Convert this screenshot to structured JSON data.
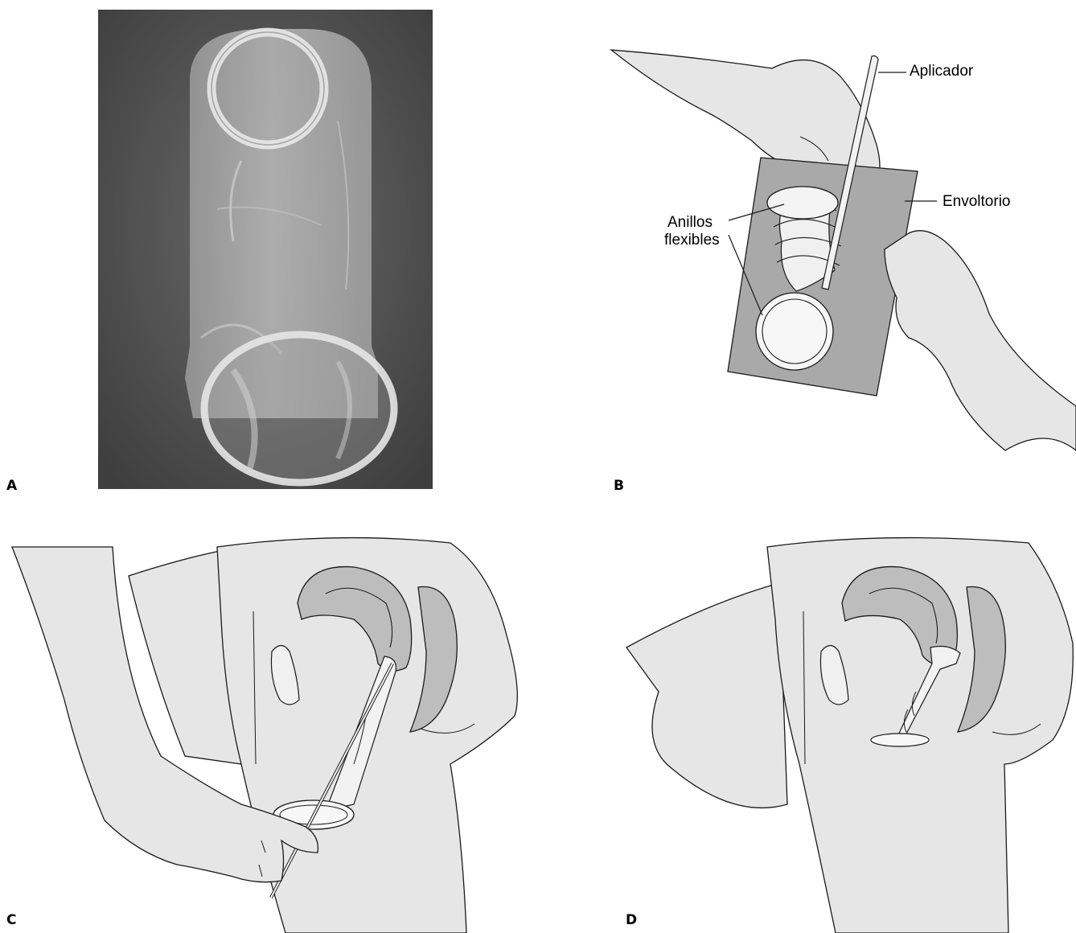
{
  "panels": {
    "a": {
      "letter": "A"
    },
    "b": {
      "letter": "B",
      "labels": {
        "applicator": "Aplicador",
        "wrapper": "Envoltorio",
        "rings_line1": "Anillos",
        "rings_line2": "flexibles"
      }
    },
    "c": {
      "letter": "C"
    },
    "d": {
      "letter": "D"
    }
  },
  "colors": {
    "skin": "#e6e6e6",
    "organ": "#bdbdbd",
    "wrapper": "#a9a9a9",
    "photo_bg": "#555555",
    "outline": "#1a1a1a"
  }
}
